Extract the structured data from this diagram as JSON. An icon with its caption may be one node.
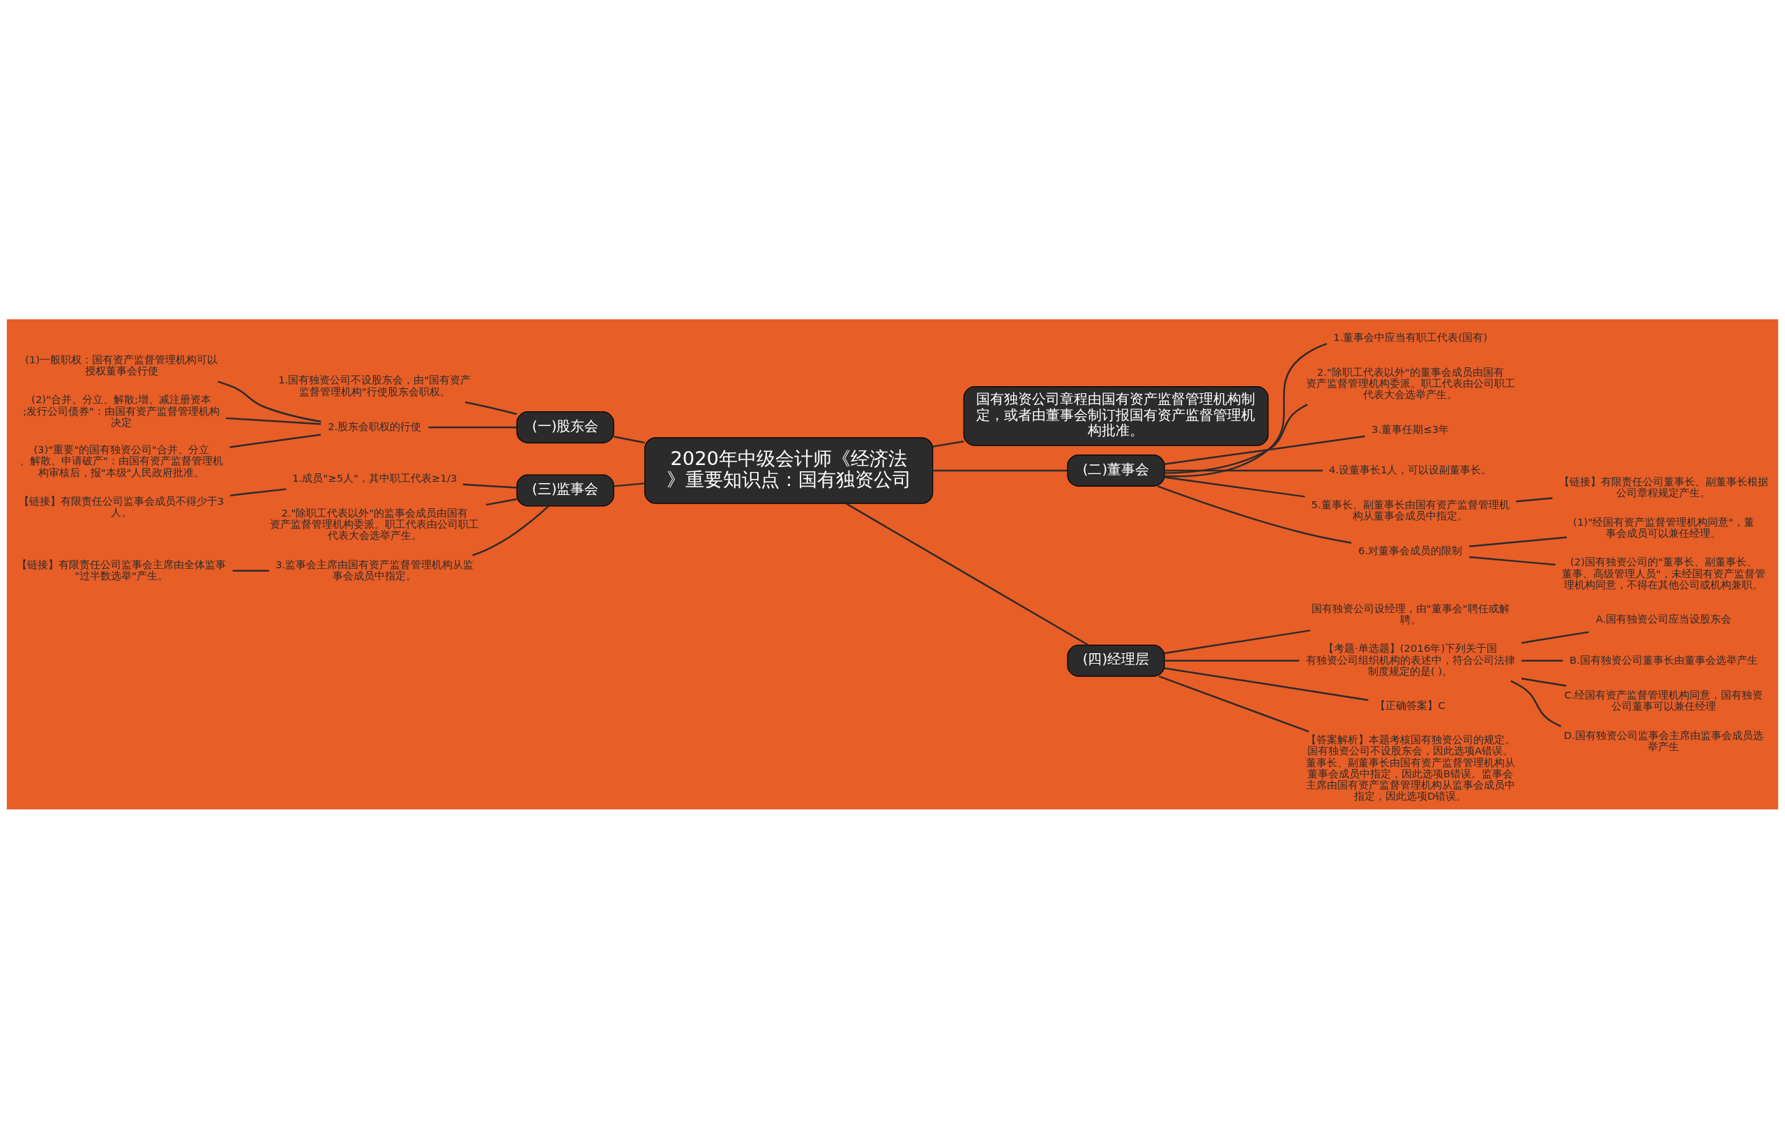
{
  "diagram": {
    "nodes": [
      {
        "text": [
          "2020年中级会计师《经济法》重要知识点：国有独资公司"
        ]
      },
      {
        "text": [
          "国有独资公司章程由国有资产监督管理机构制定，或者由董事会制订报国有资产监督管理机构批准。"
        ]
      },
      {
        "text": [
          "(一)股东会"
        ]
      },
      {
        "text": [
          "1.国有独资公司不设股东会，由\"国有资产监督管理机构\"行使股东会职权。"
        ]
      },
      {
        "text": [
          "2.股东会职权的行使"
        ]
      },
      {
        "text": [
          "(1)一般职权：国有资产监督管理机构可以授权董事会行使"
        ]
      },
      {
        "text": [
          "(2)\"合并、分立、解散;增、减注册资本;发行公司债券\"：由国有资产监督管理机构决定"
        ]
      },
      {
        "text": [
          "(3)\"重要\"的国有独资公司\"合并、分立、解散、申请破产\"：由国有资产监督管理机构审核后，报\"本级\"人民政府批准。"
        ]
      },
      {
        "text": [
          "(二)董事会"
        ]
      },
      {
        "text": [
          "1.董事会中应当有职工代表(国有)"
        ]
      },
      {
        "text": [
          "2.\"除职工代表以外\"的董事会成员由国有资产监督管理机构委派。职工代表由公司职工代表大会选举产生。"
        ]
      },
      {
        "text": [
          "3.董事任期≤3年"
        ]
      },
      {
        "text": [
          "4.设董事长1人，可以设副董事长。"
        ]
      },
      {
        "text": [
          "5.董事长、副董事长由国有资产监督管理机构从董事会成员中指定。"
        ]
      },
      {
        "text": [
          "【链接】有限责任公司董事长、副董事长根据公司章程规定产生。"
        ]
      },
      {
        "text": [
          "6.对董事会成员的限制"
        ]
      },
      {
        "text": [
          "(1)\"经国有资产监督管理机构同意\"，董事会成员可以兼任经理。"
        ]
      },
      {
        "text": [
          "(2)国有独资公司的\"董事长、副董事长、董事、高级管理人员\"，未经国有资产监督管理机构同意，不得在其他公司或机构兼职。"
        ]
      },
      {
        "text": [
          "(三)监事会"
        ]
      },
      {
        "text": [
          "1.成员\"≥5人\"，其中职工代表≥1/3"
        ]
      },
      {
        "text": [
          "【链接】有限责任公司监事会成员不得少于3人。"
        ]
      },
      {
        "text": [
          "2.\"除职工代表以外\"的监事会成员由国有资产监督管理机构委派。职工代表由公司职工代表大会选举产生。"
        ]
      },
      {
        "text": [
          "3.监事会主席由国有资产监督管理机构从监事会成员中指定。"
        ]
      },
      {
        "text": [
          "【链接】有限责任公司监事会主席由全体监事\"过半数选举\"产生。"
        ]
      },
      {
        "text": [
          "(四)经理层"
        ]
      },
      {
        "text": [
          "国有独资公司设经理，由\"董事会\"聘任或解聘。"
        ]
      },
      {
        "text": [
          "【考题·单选题】(2016年)下列关于国有独资公司组织机构的表述中，符合公司法律制度规定的是( )。"
        ]
      },
      {
        "text": [
          "A.国有独资公司应当设股东会"
        ]
      },
      {
        "text": [
          "B.国有独资公司董事长由董事会选举产生"
        ]
      },
      {
        "text": [
          "C.经国有资产监督管理机构同意，国有独资公司董事可以兼任经理"
        ]
      },
      {
        "text": [
          "D.国有独资公司监事会主席由监事会成员选举产生"
        ]
      },
      {
        "text": [
          "【正确答案】C"
        ]
      },
      {
        "text": [
          "【答案解析】本题考核国有独资公司的规定。国有独资公司不设股东会，因此选项A错误。董事长、副董事长由国有资产监督管理机构从董事会成员中指定，因此选项B错误。监事会主席由国有资产监督管理机构从监事会成员中指定，因此选项D错误。"
        ]
      }
    ],
    "edges": [
      {
        "from": 0,
        "to": 1,
        "arrow": "none"
      },
      {
        "from": 0,
        "to": 2,
        "arrow": "none"
      },
      {
        "from": 2,
        "to": 3,
        "arrow": "none"
      },
      {
        "from": 2,
        "to": 4,
        "arrow": "none"
      },
      {
        "from": 4,
        "to": 5,
        "arrow": "none"
      },
      {
        "from": 4,
        "to": 6,
        "arrow": "none"
      },
      {
        "from": 4,
        "to": 7,
        "arrow": "none"
      },
      {
        "from": 0,
        "to": 8,
        "arrow": "none"
      },
      {
        "from": 8,
        "to": 9,
        "arrow": "none"
      },
      {
        "from": 8,
        "to": 10,
        "arrow": "none"
      },
      {
        "from": 8,
        "to": 11,
        "arrow": "none"
      },
      {
        "from": 8,
        "to": 12,
        "arrow": "none"
      },
      {
        "from": 8,
        "to": 13,
        "arrow": "none"
      },
      {
        "from": 13,
        "to": 14,
        "arrow": "none"
      },
      {
        "from": 8,
        "to": 15,
        "arrow": "none"
      },
      {
        "from": 15,
        "to": 16,
        "arrow": "none"
      },
      {
        "from": 15,
        "to": 17,
        "arrow": "none"
      },
      {
        "from": 0,
        "to": 18,
        "arrow": "none"
      },
      {
        "from": 18,
        "to": 19,
        "arrow": "none"
      },
      {
        "from": 19,
        "to": 20,
        "arrow": "none"
      },
      {
        "from": 18,
        "to": 21,
        "arrow": "none"
      },
      {
        "from": 18,
        "to": 22,
        "arrow": "none"
      },
      {
        "from": 22,
        "to": 23,
        "arrow": "none"
      },
      {
        "from": 0,
        "to": 24,
        "arrow": "none"
      },
      {
        "from": 24,
        "to": 25,
        "arrow": "none"
      },
      {
        "from": 24,
        "to": 26,
        "arrow": "none"
      },
      {
        "from": 26,
        "to": 27,
        "arrow": "none"
      },
      {
        "from": 26,
        "to": 28,
        "arrow": "none"
      },
      {
        "from": 26,
        "to": 29,
        "arrow": "none"
      },
      {
        "from": 26,
        "to": 30,
        "arrow": "none"
      },
      {
        "from": 24,
        "to": 31,
        "arrow": "none"
      },
      {
        "from": 24,
        "to": 32,
        "arrow": "none"
      }
    ]
  }
}
